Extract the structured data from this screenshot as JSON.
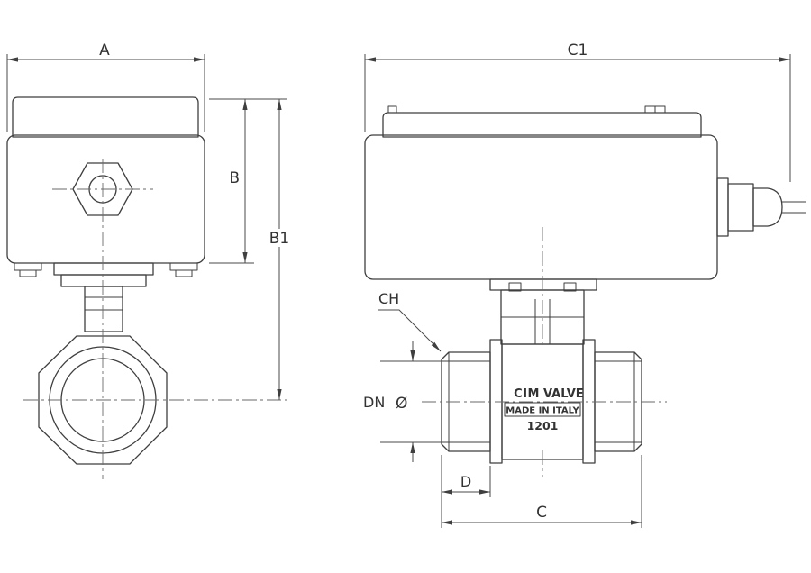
{
  "drawing": {
    "type": "technical-drawing",
    "subject": "motorized ball valve, front and side orthographic views",
    "colors": {
      "background": "#ffffff",
      "object_line": "#3f3f3f",
      "dimension_line": "#4a4a4a",
      "centerline": "#6a6a6a",
      "text": "#333333"
    },
    "labels": {
      "a": "A",
      "b": "B",
      "b1": "B1",
      "c1": "C1",
      "ch": "CH",
      "dn": "DN",
      "diameter": "Ø",
      "d": "D",
      "c": "C"
    },
    "markings": {
      "brand": "CIM",
      "brand_suffix": "VALVE",
      "origin": "MADE IN ITALY",
      "model": "1201"
    }
  }
}
